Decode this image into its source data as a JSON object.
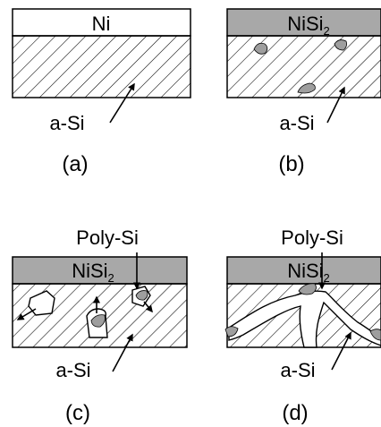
{
  "panels": {
    "a": {
      "top_layer": "Ni",
      "substrate_label": "a-Si",
      "caption": "(a)"
    },
    "b": {
      "top_layer_base": "NiSi",
      "top_layer_subscript": "2",
      "substrate_label": "a-Si",
      "caption": "(b)"
    },
    "c": {
      "annotation": "Poly-Si",
      "top_layer_base": "NiSi",
      "top_layer_subscript": "2",
      "substrate_label": "a-Si",
      "caption": "(c)"
    },
    "d": {
      "annotation": "Poly-Si",
      "top_layer_base": "NiSi",
      "top_layer_subscript": "2",
      "substrate_label": "a-Si",
      "caption": "(d)"
    }
  },
  "colors": {
    "ni_layer": "#ffffff",
    "nisi2_layer": "#a8a8a8",
    "poly_si_crystal": "#9e9e9e",
    "hatch": "#000000"
  }
}
